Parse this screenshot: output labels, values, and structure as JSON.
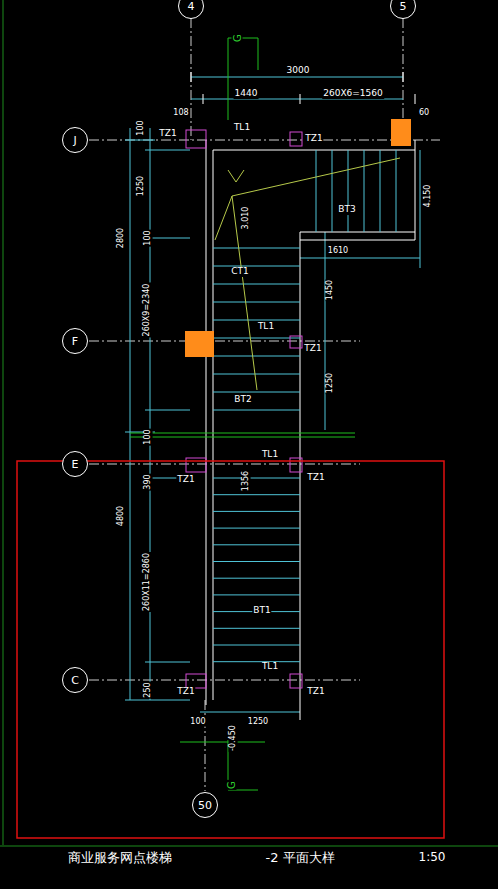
{
  "diagram": {
    "title": "商业服务网点楼梯",
    "nodes": [
      {
        "text": [
          "4"
        ]
      },
      {
        "text": [
          "5"
        ]
      },
      {
        "text": [
          "J"
        ]
      },
      {
        "text": [
          "F"
        ]
      },
      {
        "text": [
          "E"
        ]
      },
      {
        "text": [
          "C"
        ]
      },
      {
        "text": [
          "50"
        ]
      }
    ],
    "labels": [
      "G",
      "3000",
      "108",
      "1440",
      "260X6=1560",
      "60",
      "TZ1",
      "TL1",
      "TZ1",
      "BT3",
      "4.150",
      "1610",
      "3.010",
      "CT1",
      "1450",
      "TL1",
      "TZ1",
      "1250",
      "BT2",
      "TL1",
      "TZ1",
      "TZ1",
      "1356",
      "BT1",
      "TL1",
      "TZ1",
      "TZ1",
      "100",
      "1250",
      "-0.450",
      "G",
      "100",
      "1250",
      "2800",
      "100",
      "260X9=2340",
      "100",
      "4800",
      "390",
      "260X11=2860",
      "250",
      "-2 平面大样",
      "1:50"
    ]
  }
}
